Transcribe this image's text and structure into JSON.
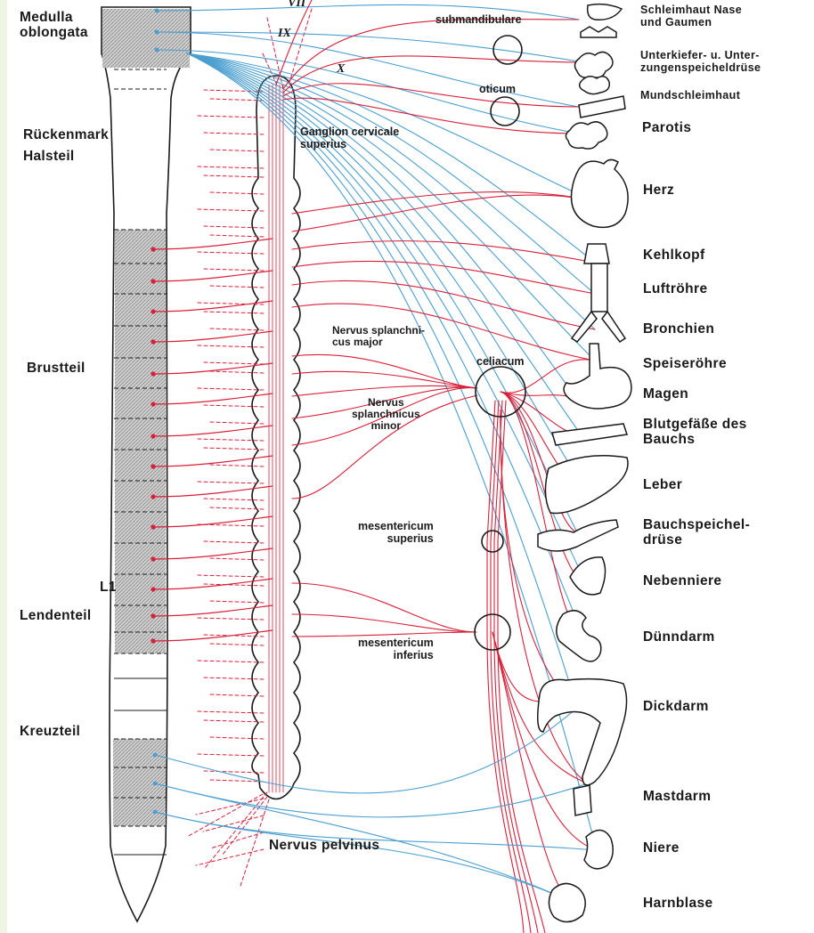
{
  "regions": {
    "medulla": "Medulla\noblongata",
    "cervical": "Rückenmark\nHalsteil",
    "thoracic": "Brustteil",
    "l1": "L1",
    "lumbar": "Lendenteil",
    "sacral": "Kreuzteil"
  },
  "cranial_nerves": {
    "vii": "VII",
    "ix": "IX",
    "x": "X"
  },
  "ganglia": {
    "cervical_superior": "Ganglion cervicale\nsuperius",
    "submandibular": "submandibulare",
    "otic": "oticum",
    "celiac": "celiacum",
    "mes_sup": "mesentericum\nsuperius",
    "mes_inf": "mesentericum\ninferius"
  },
  "nerves": {
    "splanchnic_major": "Nervus splanchni-\ncus major",
    "splanchnic_minor": "Nervus\nsplanchnicus\nminor",
    "pelvic": "Nervus pelvinus"
  },
  "organs": [
    "Schleimhaut Nase\nund Gaumen",
    "Unterkiefer- u. Unter-\nzungenspeicheldrüse",
    "Mundschleimhaut",
    "Parotis",
    "Herz",
    "Kehlkopf",
    "Luftröhre",
    "Bronchien",
    "Speiseröhre",
    "Magen",
    "Blutgefäße des\nBauchs",
    "Leber",
    "Bauchspeichel-\ndrüse",
    "Nebenniere",
    "Dünndarm",
    "Dickdarm",
    "Mastdarm",
    "Niere",
    "Harnblase"
  ],
  "colors": {
    "sympathetic": "#d9203a",
    "parasympathetic": "#4a9fd0",
    "outline": "#1a1a1a",
    "hatch": "#c8c8c8",
    "background": "#eef5e2"
  }
}
